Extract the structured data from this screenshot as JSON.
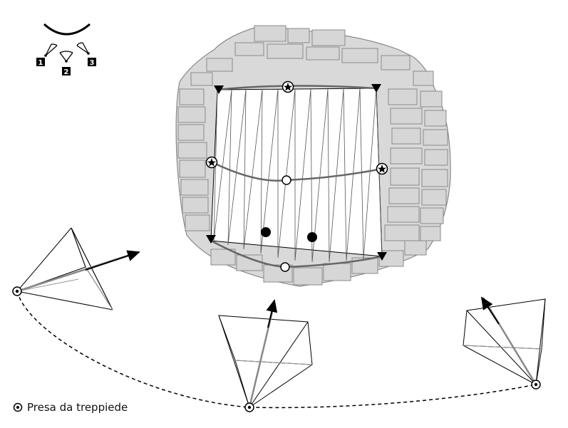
{
  "legend": {
    "symbol": "tripod-station-icon",
    "label": "Presa da treppiede"
  },
  "viewpoints": {
    "labels": [
      "1",
      "2",
      "3"
    ]
  },
  "colors": {
    "wall_fill": "#d9d9d9",
    "wall_stroke": "#8a8a8a",
    "line": "#000000",
    "guide": "#666666",
    "grey_ray": "#9a9a9a"
  }
}
